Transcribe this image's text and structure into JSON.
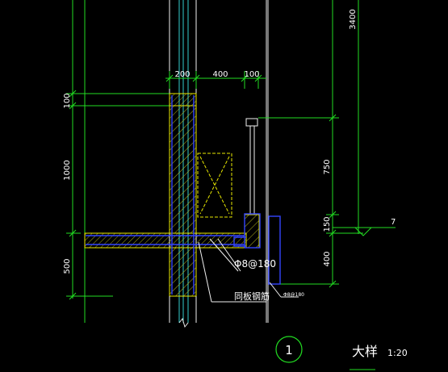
{
  "dimensions": {
    "top": [
      "200",
      "400",
      "100"
    ],
    "left": [
      "100",
      "1000",
      "500"
    ],
    "right": [
      "3400",
      "750",
      "150",
      "400"
    ]
  },
  "level_mark": "7",
  "rebar_note": "Φ8@180",
  "rebar_label": "同板钢筋",
  "small_note": "Φ8@180",
  "detail_number": "1",
  "title": "大样",
  "scale": "1:20",
  "colors": {
    "background": "#000000",
    "dimension": "#22dd22",
    "concrete": "#e8e800",
    "text": "#ffffff",
    "rebar": "#3344ff",
    "axis": "#33cccc"
  }
}
